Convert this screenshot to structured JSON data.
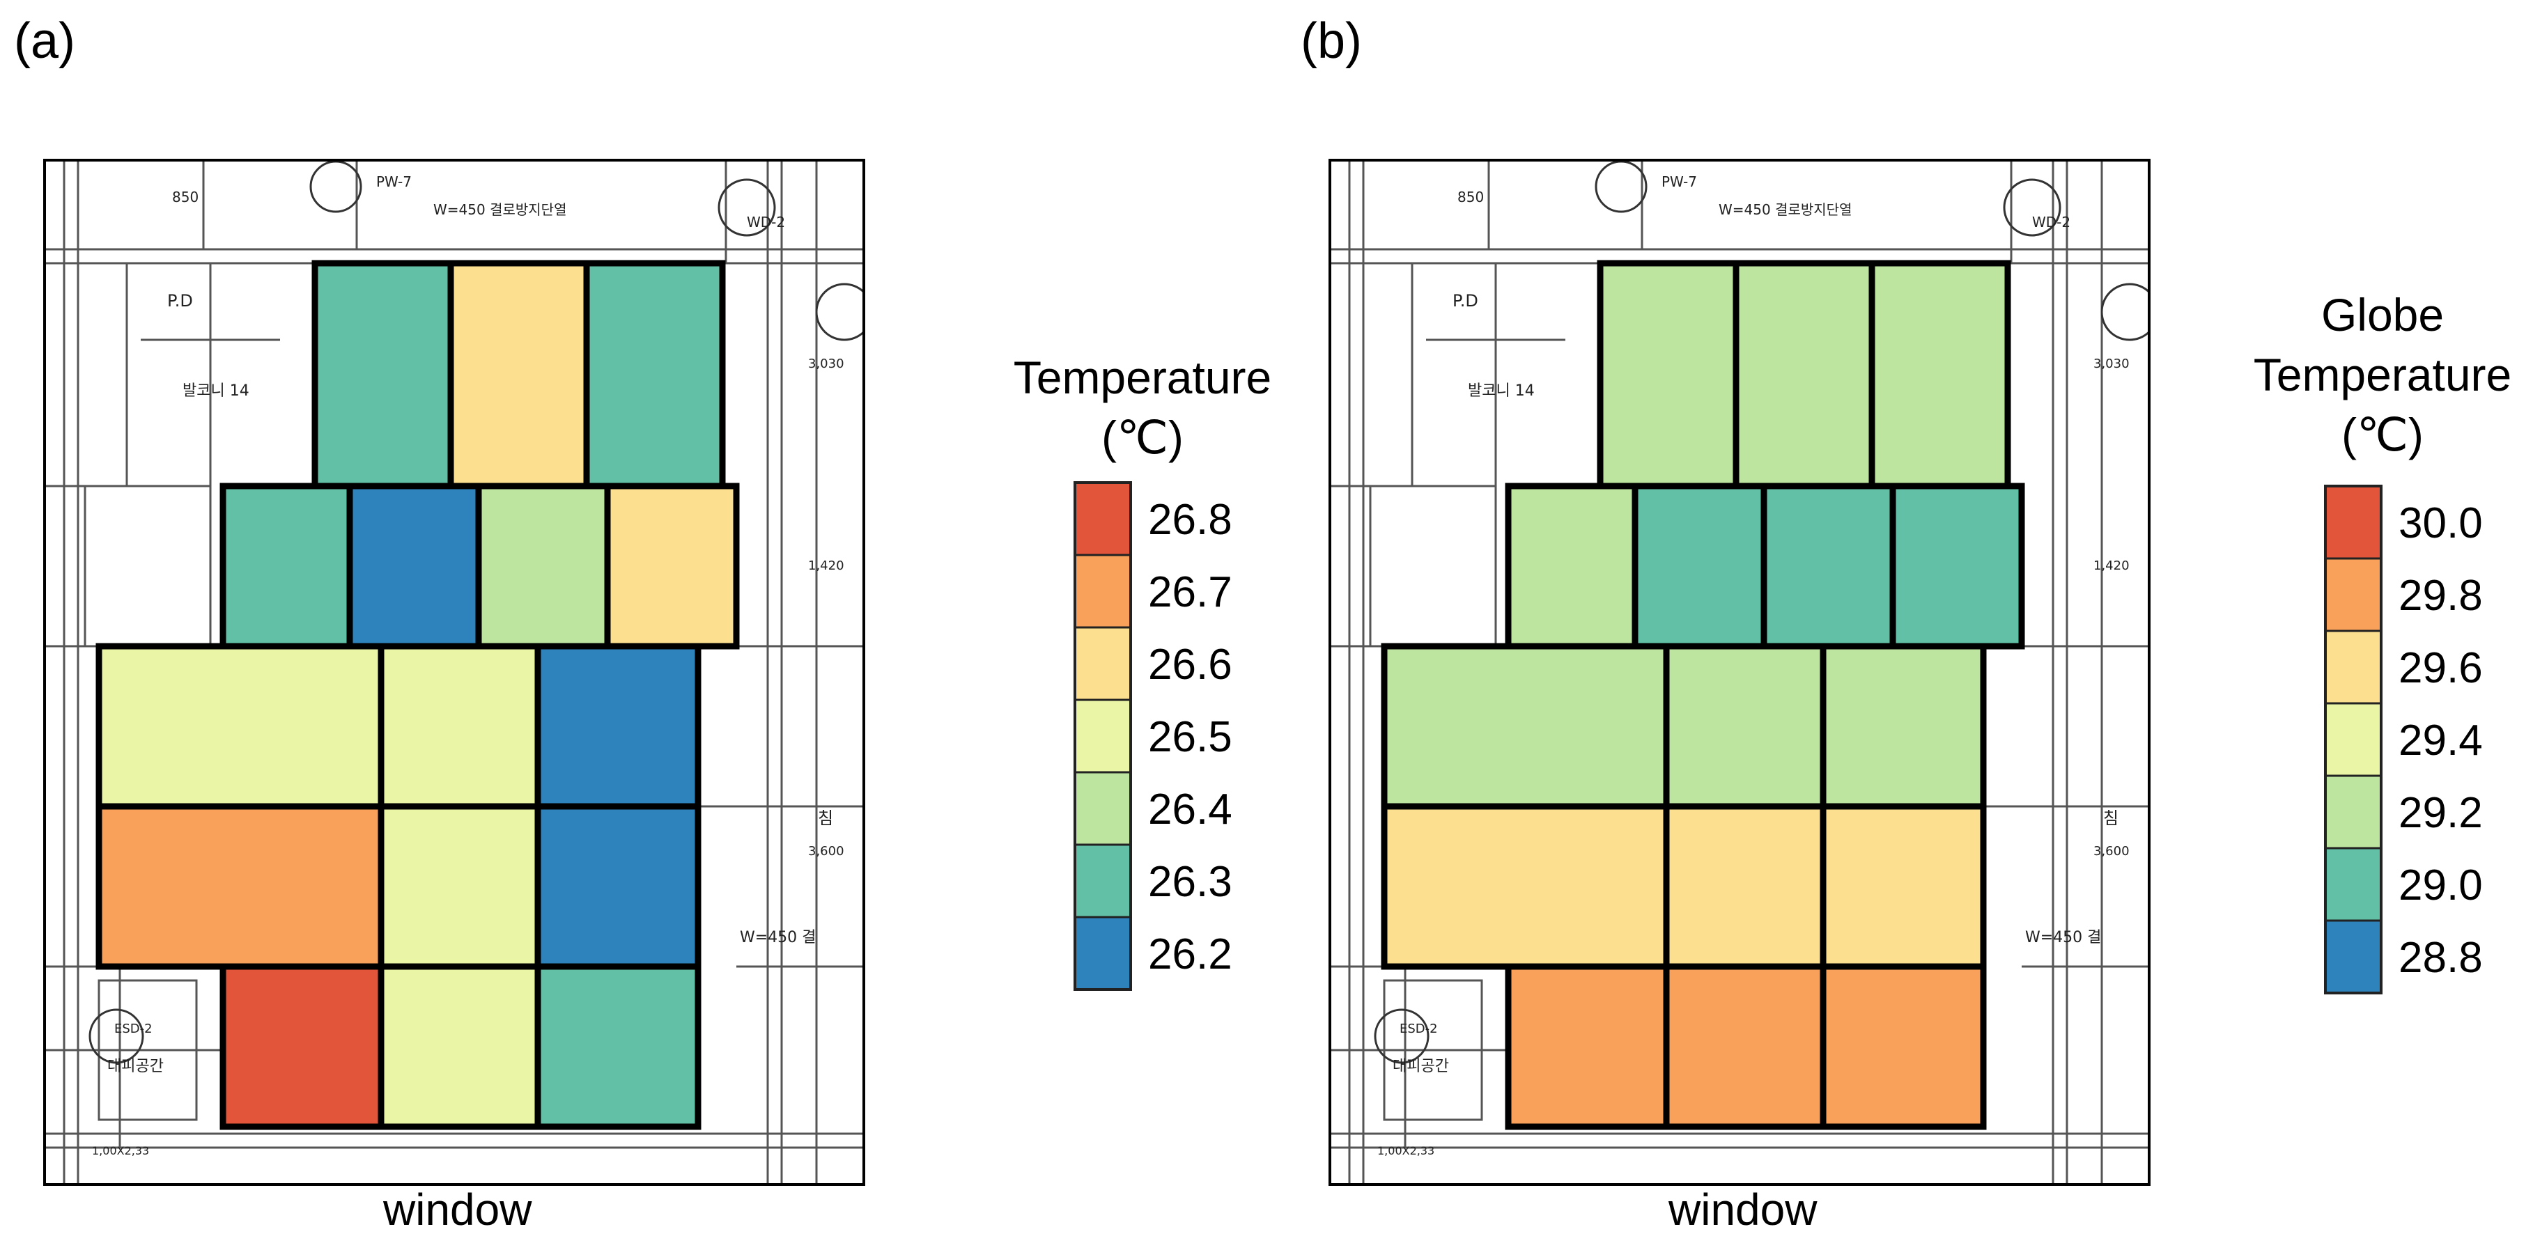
{
  "panels": [
    {
      "id": "a",
      "label": "(a)",
      "window_label": "window",
      "legend": {
        "title_lines": [
          "Temperature",
          "(℃)"
        ],
        "entries": [
          {
            "value": "26.8",
            "color": "#e3553a"
          },
          {
            "value": "26.7",
            "color": "#f9a05a"
          },
          {
            "value": "26.6",
            "color": "#fde08f"
          },
          {
            "value": "26.5",
            "color": "#eaf5a5"
          },
          {
            "value": "26.4",
            "color": "#bde5a0"
          },
          {
            "value": "26.3",
            "color": "#62c0a6"
          },
          {
            "value": "26.2",
            "color": "#2e83bd"
          }
        ]
      },
      "grid": [
        [
          null,
          "26.3",
          "26.6",
          "26.3"
        ],
        [
          "26.3",
          "26.2",
          "26.4",
          "26.6"
        ],
        [
          "26.5",
          "26.5",
          "26.2"
        ],
        [
          "26.7",
          "26.5",
          "26.2"
        ],
        [
          "26.8",
          "26.5",
          "26.3"
        ]
      ]
    },
    {
      "id": "b",
      "label": "(b)",
      "window_label": "window",
      "legend": {
        "title_lines": [
          "Globe",
          "Temperature",
          "(℃)"
        ],
        "entries": [
          {
            "value": "30.0",
            "color": "#e3553a"
          },
          {
            "value": "29.8",
            "color": "#f9a05a"
          },
          {
            "value": "29.6",
            "color": "#fde08f"
          },
          {
            "value": "29.4",
            "color": "#eaf5a5"
          },
          {
            "value": "29.2",
            "color": "#bde5a0"
          },
          {
            "value": "29.0",
            "color": "#62c0a6"
          },
          {
            "value": "28.8",
            "color": "#2e83bd"
          }
        ]
      },
      "grid": [
        [
          null,
          "29.2",
          "29.2",
          "29.2"
        ],
        [
          "29.2",
          "29.0",
          "29.0",
          "29.0"
        ],
        [
          "29.2",
          "29.2",
          "29.2"
        ],
        [
          "29.6",
          "29.6",
          "29.6"
        ],
        [
          "29.8",
          "29.8",
          "29.8"
        ]
      ]
    }
  ],
  "plan_annotations": [
    {
      "text": "850"
    },
    {
      "text": "PW-7"
    },
    {
      "text": "W=450 결로방지단열"
    },
    {
      "text": "P.D"
    },
    {
      "text": "발코니 14"
    },
    {
      "text": "WD-2"
    },
    {
      "text": "3,030"
    },
    {
      "text": "1,420"
    },
    {
      "text": "3,600"
    },
    {
      "text": "W=450 결"
    },
    {
      "text": "침"
    },
    {
      "text": "ESD-2"
    },
    {
      "text": "대피공간"
    },
    {
      "text": "1,00X2,33"
    }
  ]
}
